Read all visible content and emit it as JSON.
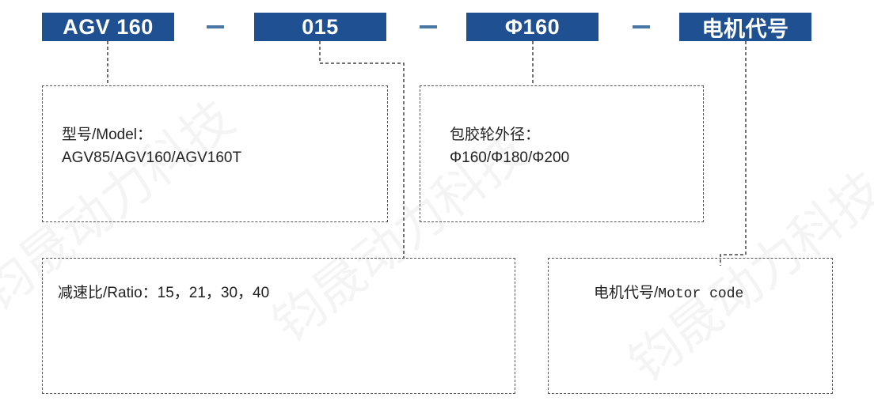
{
  "code_parts": [
    "AGV 160",
    "015",
    "Φ160",
    "电机代号"
  ],
  "boxes": {
    "model": {
      "title": "型号/Model：",
      "values": "AGV85/AGV160/AGV160T"
    },
    "wheel": {
      "title": "包胶轮外径：",
      "values": "Φ160/Φ180/Φ200"
    },
    "ratio": {
      "text": "减速比/Ratio：15，21，30，40"
    },
    "motor": {
      "prefix": "电机代号/",
      "mono": "Motor code"
    }
  },
  "watermark": "钧晟动力科技",
  "colors": {
    "tag_bg": "#1f5192",
    "separator": "#4b77a5",
    "border": "#555555"
  }
}
